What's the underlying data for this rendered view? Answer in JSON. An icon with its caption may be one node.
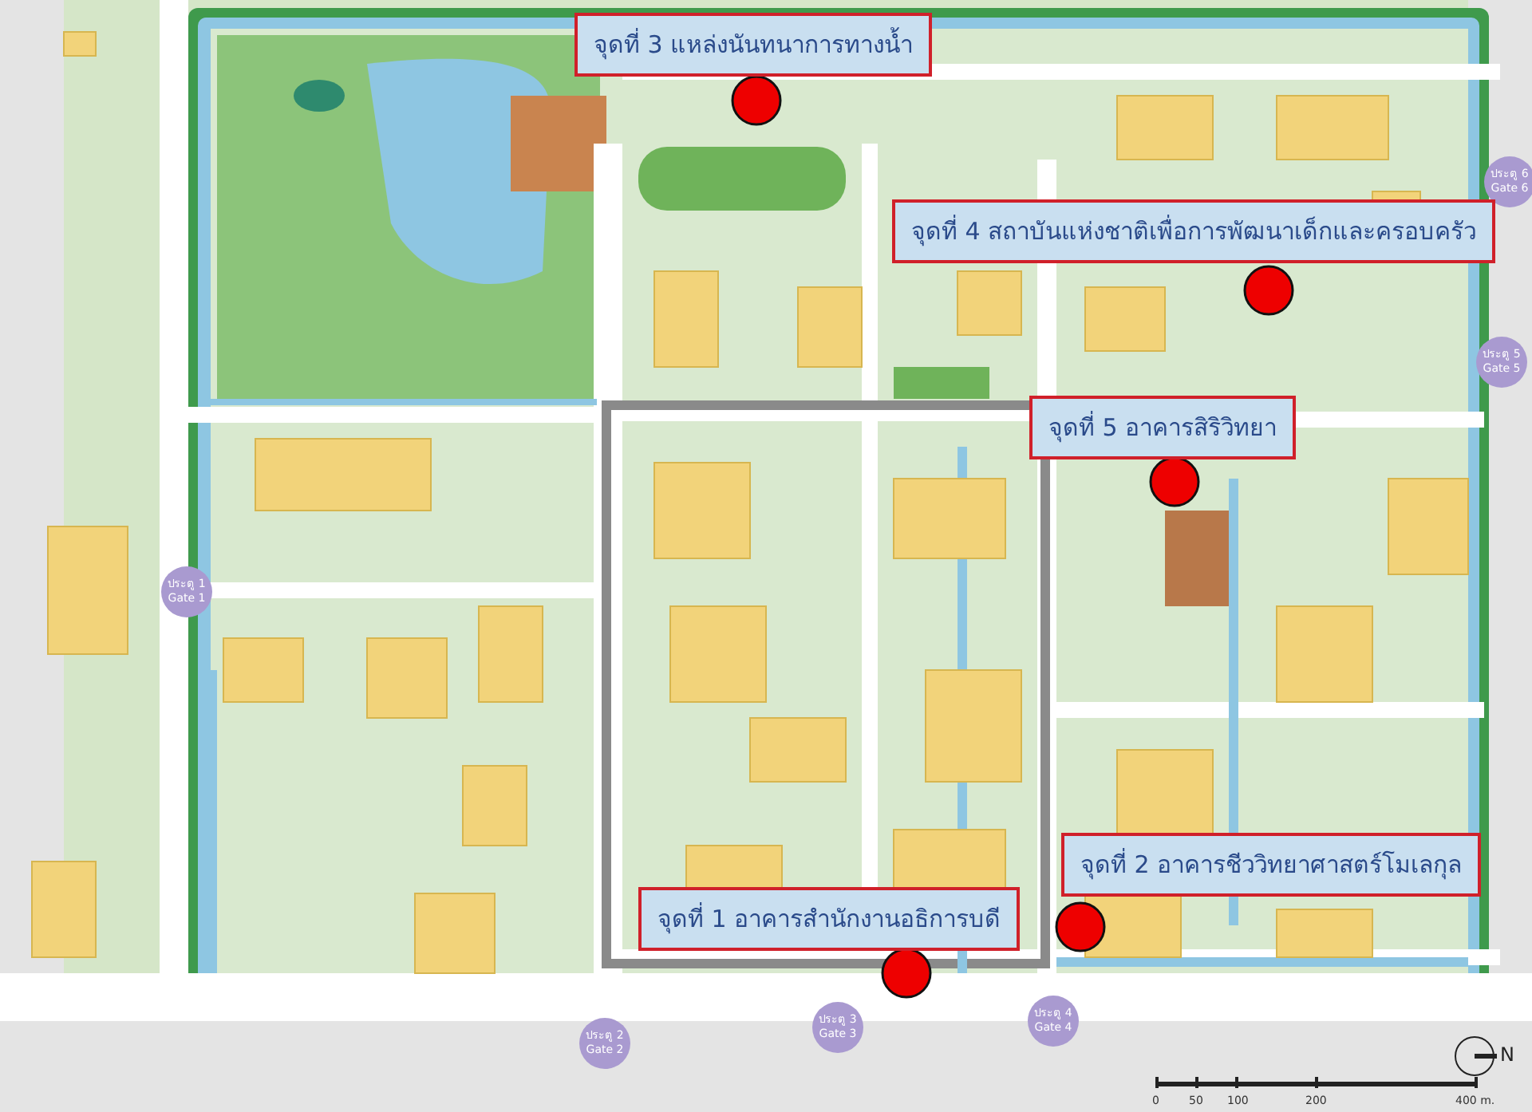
{
  "diagram": {
    "labels": [
      "จุดที่ 3 แหล่งนันทนาการทางน้ำ",
      "ประตู 6 Gate 6",
      "จุดที่ 4 สถาบันแห่งชาติเพื่อการพัฒนาเด็กและครอบครัว",
      "ประตู 5 Gate 5",
      "จุดที่ 5 อาคารสิริวิทยา",
      "ประตู 1 Gate 1",
      "จุดที่ 2 อาคารชีววิทยาศาสตร์โมเลกุล",
      "จุดที่ 1 อาคารสำนักงานอธิการบดี",
      "ประตู 2 Gate 2",
      "ประตู 3 Gate 3",
      "ประตู 4 Gate 4",
      "N",
      "0",
      "50",
      "100",
      "200",
      "400 m."
    ]
  }
}
